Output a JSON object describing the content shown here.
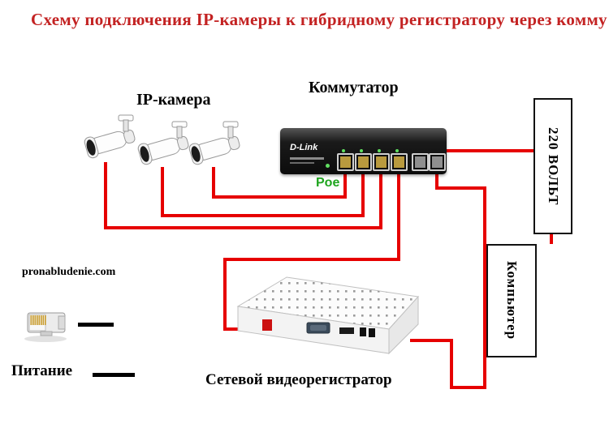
{
  "title": {
    "text": "Схему подключения IP-камеры к гибридному регистратору через комму"
  },
  "labels": {
    "ip_camera": "IP-камера",
    "switch": "Коммутатор",
    "poe": "Poe",
    "brand": "D-Link",
    "volt_box": "220 ВОЛЬТ",
    "computer_box": "Компьютер",
    "site": "pronabludenie.com",
    "power": "Питание",
    "nvr": "Сетевой видеорегистратор"
  },
  "colors": {
    "title_red": "#c32222",
    "wire_red": "#e60000",
    "poe_green": "#1fa51f",
    "outline_black": "#111111"
  }
}
